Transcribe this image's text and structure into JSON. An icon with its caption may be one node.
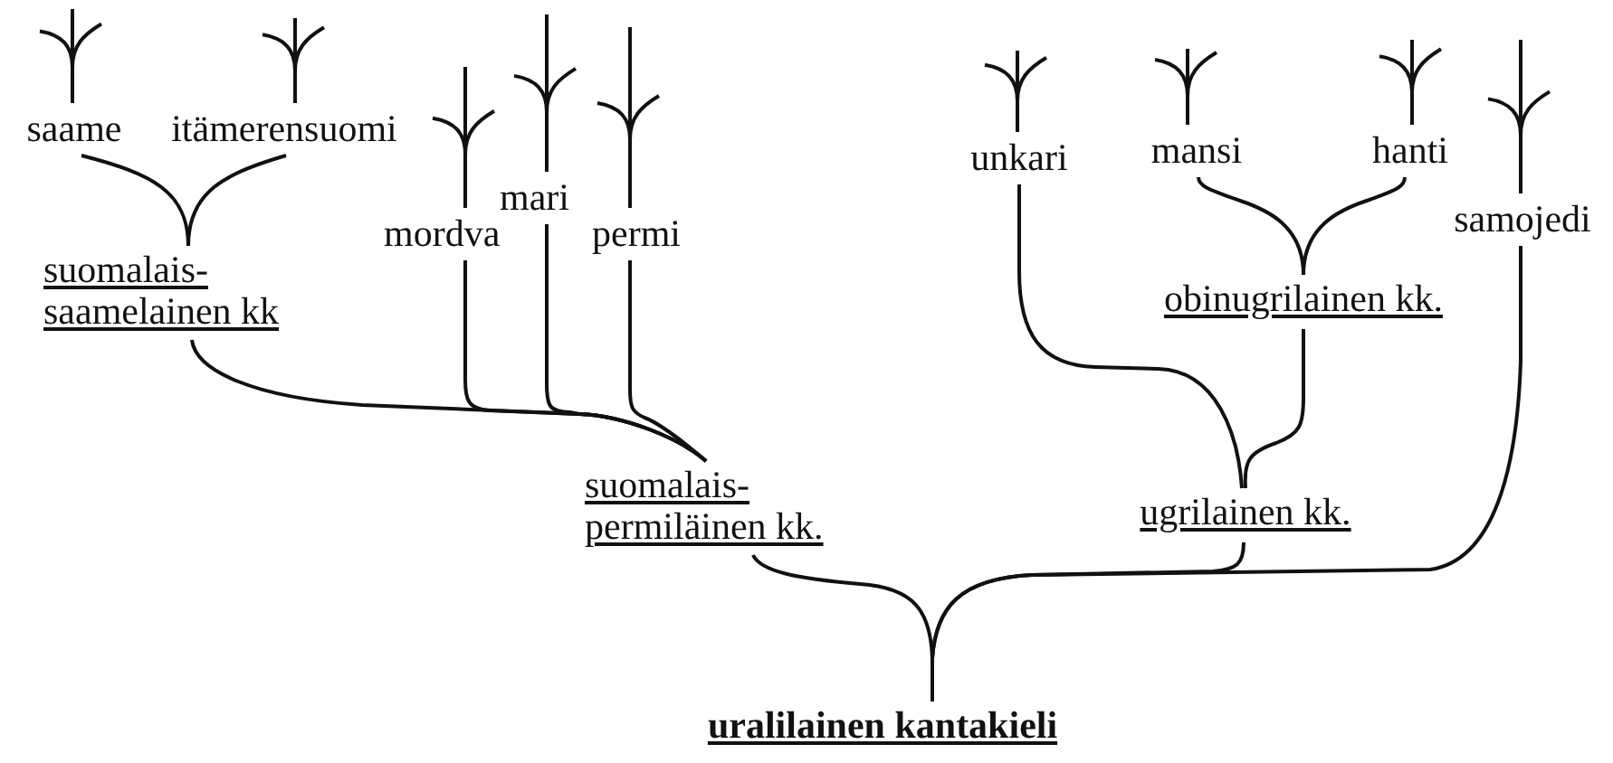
{
  "diagram": {
    "nodes": [
      {
        "text": [
          "saame"
        ]
      },
      {
        "text": [
          "itämerensuomi"
        ]
      },
      {
        "text": [
          "suomalais-saamelainen kk"
        ]
      },
      {
        "text": [
          "mordva"
        ]
      },
      {
        "text": [
          "mari"
        ]
      },
      {
        "text": [
          "permi"
        ]
      },
      {
        "text": [
          "suomalais-permiläinen kk."
        ]
      },
      {
        "text": [
          "unkari"
        ]
      },
      {
        "text": [
          "mansi"
        ]
      },
      {
        "text": [
          "hanti"
        ]
      },
      {
        "text": [
          "obinugrilainen kk."
        ]
      },
      {
        "text": [
          "ugrilainen kk."
        ]
      },
      {
        "text": [
          "samojedi"
        ]
      },
      {
        "text": [
          "uralilainen kantakieli"
        ]
      }
    ],
    "edges": [
      {
        "from": 2,
        "to": 0,
        "arrow": "none"
      },
      {
        "from": 2,
        "to": 1,
        "arrow": "none"
      },
      {
        "from": 6,
        "to": 2,
        "arrow": "none"
      },
      {
        "from": 6,
        "to": 3,
        "arrow": "none"
      },
      {
        "from": 6,
        "to": 4,
        "arrow": "none"
      },
      {
        "from": 6,
        "to": 5,
        "arrow": "none"
      },
      {
        "from": 10,
        "to": 8,
        "arrow": "none"
      },
      {
        "from": 10,
        "to": 9,
        "arrow": "none"
      },
      {
        "from": 11,
        "to": 10,
        "arrow": "none"
      },
      {
        "from": 11,
        "to": 7,
        "arrow": "none"
      },
      {
        "from": 13,
        "to": 6,
        "arrow": "none"
      },
      {
        "from": 13,
        "to": 11,
        "arrow": "none"
      },
      {
        "from": 13,
        "to": 12,
        "arrow": "none"
      }
    ]
  }
}
